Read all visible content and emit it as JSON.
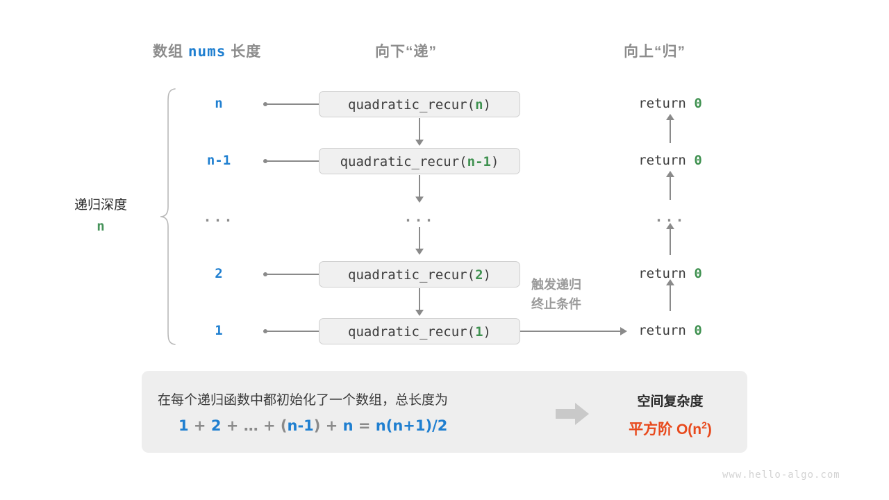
{
  "headers": {
    "left": {
      "prefix": "数组 ",
      "code": "nums",
      "suffix": " 长度"
    },
    "middle": "向下“递”",
    "right": "向上“归”"
  },
  "depth": {
    "label": "递归深度",
    "value": "n"
  },
  "rows": [
    {
      "length": "n",
      "call_prefix": "quadratic_recur(",
      "call_arg": "n",
      "call_suffix": ")",
      "ret_text": "return ",
      "ret_value": "0"
    },
    {
      "length": "n-1",
      "call_prefix": "quadratic_recur(",
      "call_arg": "n-1",
      "call_suffix": ")",
      "ret_text": "return ",
      "ret_value": "0"
    },
    {
      "length": "...",
      "call_prefix": "...",
      "call_arg": "",
      "call_suffix": "",
      "ret_text": "...",
      "ret_value": ""
    },
    {
      "length": "2",
      "call_prefix": "quadratic_recur(",
      "call_arg": "2",
      "call_suffix": ")",
      "ret_text": "return ",
      "ret_value": "0"
    },
    {
      "length": "1",
      "call_prefix": "quadratic_recur(",
      "call_arg": "1",
      "call_suffix": ")",
      "ret_text": "return ",
      "ret_value": "0"
    }
  ],
  "annotation": {
    "line1": "触发递归",
    "line2": "终止条件"
  },
  "summary": {
    "description": "在每个递归函数中都初始化了一个数组，总长度为",
    "formula": {
      "t1": "1",
      "op1": " + ",
      "t2": "2",
      "op2": " + ",
      "t3": "…",
      "op3": " + ",
      "lp": "(",
      "t4": "n-1",
      "rp": ")",
      "op4": " + ",
      "t5": "n",
      "eq": " = ",
      "t6": "n(n+1)/2"
    },
    "title": "空间复杂度",
    "complexity_label": "平方阶 ",
    "complexity_big_o": "O(n",
    "complexity_exp": "2",
    "complexity_close": ")"
  },
  "watermark": "www.hello-algo.com",
  "colors": {
    "blue": "#1f7fd0",
    "green": "#3f9150",
    "orange": "#e8491c",
    "gray": "#8a8a8a",
    "panel": "#eeeeee"
  }
}
